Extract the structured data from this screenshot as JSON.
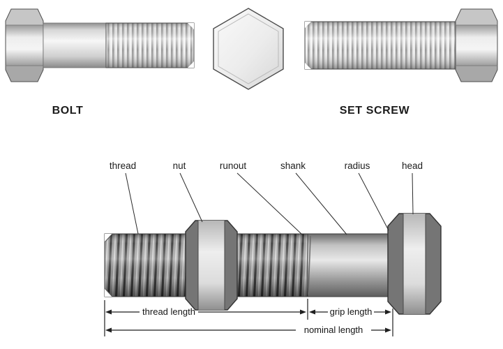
{
  "captions": {
    "bolt": "BOLT",
    "set_screw": "SET SCREW"
  },
  "callouts": {
    "thread": "thread",
    "nut": "nut",
    "runout": "runout",
    "shank": "shank",
    "radius": "radius",
    "head": "head"
  },
  "dimensions": {
    "thread_length": "thread length",
    "grip_length": "grip length",
    "nominal_length": "nominal length"
  },
  "colors": {
    "background": "#ffffff",
    "outline": "#4d4d4d",
    "metal_light": "#ededed",
    "metal_mid": "#9b9b9b",
    "metal_dark": "#5d5d5d",
    "text": "#1c1c1c"
  }
}
